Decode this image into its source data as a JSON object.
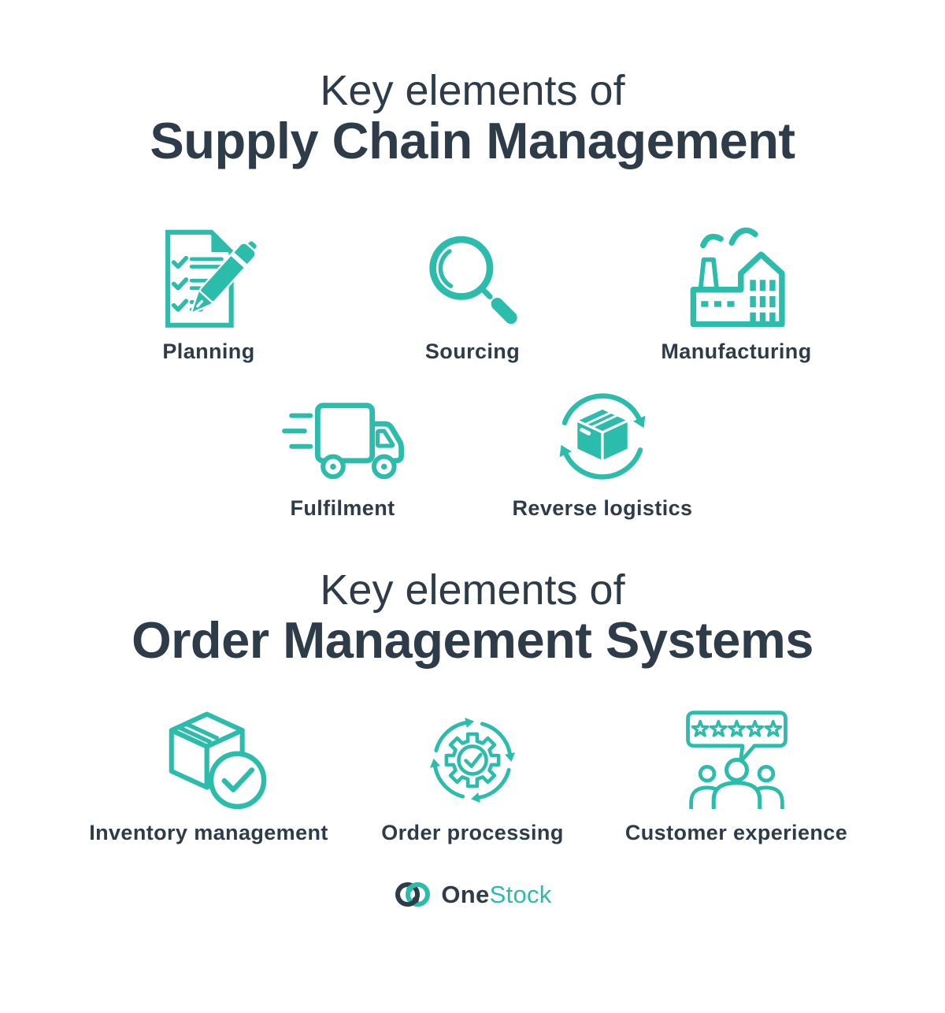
{
  "colors": {
    "accent_teal": "#2CBCAB",
    "text_dark": "#2D3C48",
    "background": "#FFFFFF"
  },
  "supply_chain_section": {
    "title_line1": "Key elements of",
    "title_line2": "Supply Chain Management",
    "row1": [
      {
        "label": "Planning",
        "icon": "document-pen-icon"
      },
      {
        "label": "Sourcing",
        "icon": "magnifier-icon"
      },
      {
        "label": "Manufacturing",
        "icon": "factory-icon"
      }
    ],
    "row2": [
      {
        "label": "Fulfilment",
        "icon": "delivery-truck-icon"
      },
      {
        "label": "Reverse logistics",
        "icon": "box-circular-arrows-icon"
      }
    ]
  },
  "oms_section": {
    "title_line1": "Key elements of",
    "title_line2": "Order Management Systems",
    "row": [
      {
        "label": "Inventory management",
        "icon": "box-check-icon"
      },
      {
        "label": "Order processing",
        "icon": "gear-arrows-check-icon"
      },
      {
        "label": "Customer experience",
        "icon": "people-star-rating-icon"
      }
    ]
  },
  "footer": {
    "brand_name_part1": "One",
    "brand_name_part2": "Stock"
  }
}
